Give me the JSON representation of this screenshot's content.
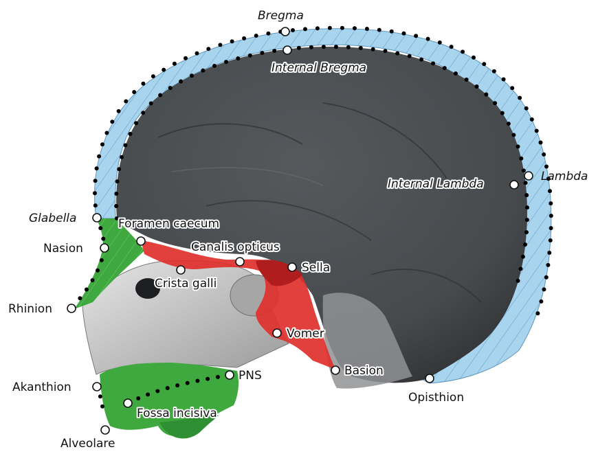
{
  "diagram": {
    "colors": {
      "skull_shell": "#a9d4ee",
      "brain": "#4c4f52",
      "facial_bone": "#c7c7c7",
      "green_region": "#3fa93f",
      "red_region": "#e0302c",
      "marker_fill": "#ffffff",
      "dots": "#000000"
    },
    "landmarks": {
      "bregma": "Bregma",
      "internal_bregma": "Internal Bregma",
      "lambda": "Lambda",
      "internal_lambda": "Internal Lambda",
      "glabella": "Glabella",
      "nasion": "Nasion",
      "foramen_caecum": "Foramen caecum",
      "canalis_opticus": "Canalis opticus",
      "sella": "Sella",
      "crista_galli": "Crista galli",
      "rhinion": "Rhinion",
      "vomer": "Vomer",
      "pns": "PNS",
      "basion": "Basion",
      "akanthion": "Akanthion",
      "opisthion": "Opisthion",
      "fossa_incisiva": "Fossa incisiva",
      "alveolare": "Alveolare"
    }
  }
}
